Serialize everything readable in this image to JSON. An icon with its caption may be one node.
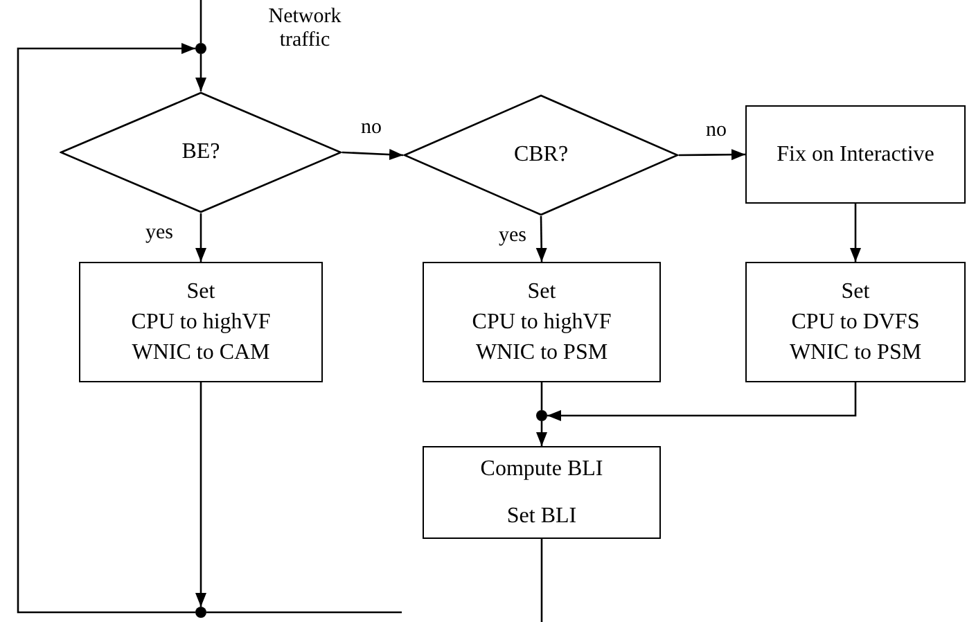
{
  "diagram": {
    "nodes": [
      {
        "text": [],
        "shape": "circle"
      },
      {
        "text": [
          "BE?"
        ]
      },
      {
        "text": [
          "CBR?"
        ]
      },
      {
        "text": [
          "Fix on Interactive"
        ]
      },
      {
        "text": [
          "Set",
          "CPU to highVF",
          "WNIC to CAM"
        ]
      },
      {
        "text": [
          "Set",
          "CPU to highVF",
          "WNIC to PSM"
        ]
      },
      {
        "text": [
          "Set",
          "CPU to DVFS",
          "WNIC to PSM"
        ]
      },
      {
        "text": [],
        "shape": "circle"
      },
      {
        "text": [
          "Compute BLI",
          "Set BLI"
        ]
      },
      {
        "text": [],
        "shape": "circle"
      }
    ],
    "edges": [
      {
        "from": null,
        "to": 0,
        "arrow": "none",
        "label": "Network traffic"
      },
      {
        "from": 0,
        "to": 1,
        "arrow": "to"
      },
      {
        "from": 1,
        "to": 2,
        "arrow": "to",
        "label": "no"
      },
      {
        "from": 2,
        "to": 3,
        "arrow": "to",
        "label": "no"
      },
      {
        "from": 1,
        "to": 4,
        "arrow": "to",
        "label": "yes"
      },
      {
        "from": 2,
        "to": 5,
        "arrow": "to",
        "label": "yes"
      },
      {
        "from": 3,
        "to": 6,
        "arrow": "to"
      },
      {
        "from": 5,
        "to": 7,
        "arrow": "none"
      },
      {
        "from": 6,
        "to": 7,
        "arrow": "to"
      },
      {
        "from": 7,
        "to": 8,
        "arrow": "to"
      },
      {
        "from": 8,
        "to": null,
        "arrow": "none"
      },
      {
        "from": 4,
        "to": 9,
        "arrow": "to"
      },
      {
        "from": 9,
        "to": 0,
        "arrow": "to"
      },
      {
        "from": null,
        "to": 9,
        "arrow": "none"
      }
    ]
  }
}
